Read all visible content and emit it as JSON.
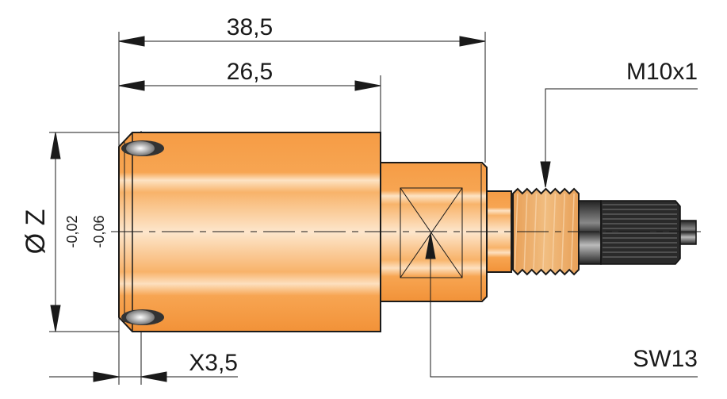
{
  "dimensions": {
    "overall_length": "38,5",
    "body_length": "26,5",
    "thread": "M10x1",
    "diameter": "Ø Z",
    "tol_upper": "-0,02",
    "tol_lower": "-0,06",
    "groove": "X3,5",
    "wrench_size": "SW13"
  },
  "colors": {
    "body": "#f7a24e",
    "thread": "#eaa85a",
    "knurl": "#2a2a2a",
    "line": "#1a1a1a"
  }
}
